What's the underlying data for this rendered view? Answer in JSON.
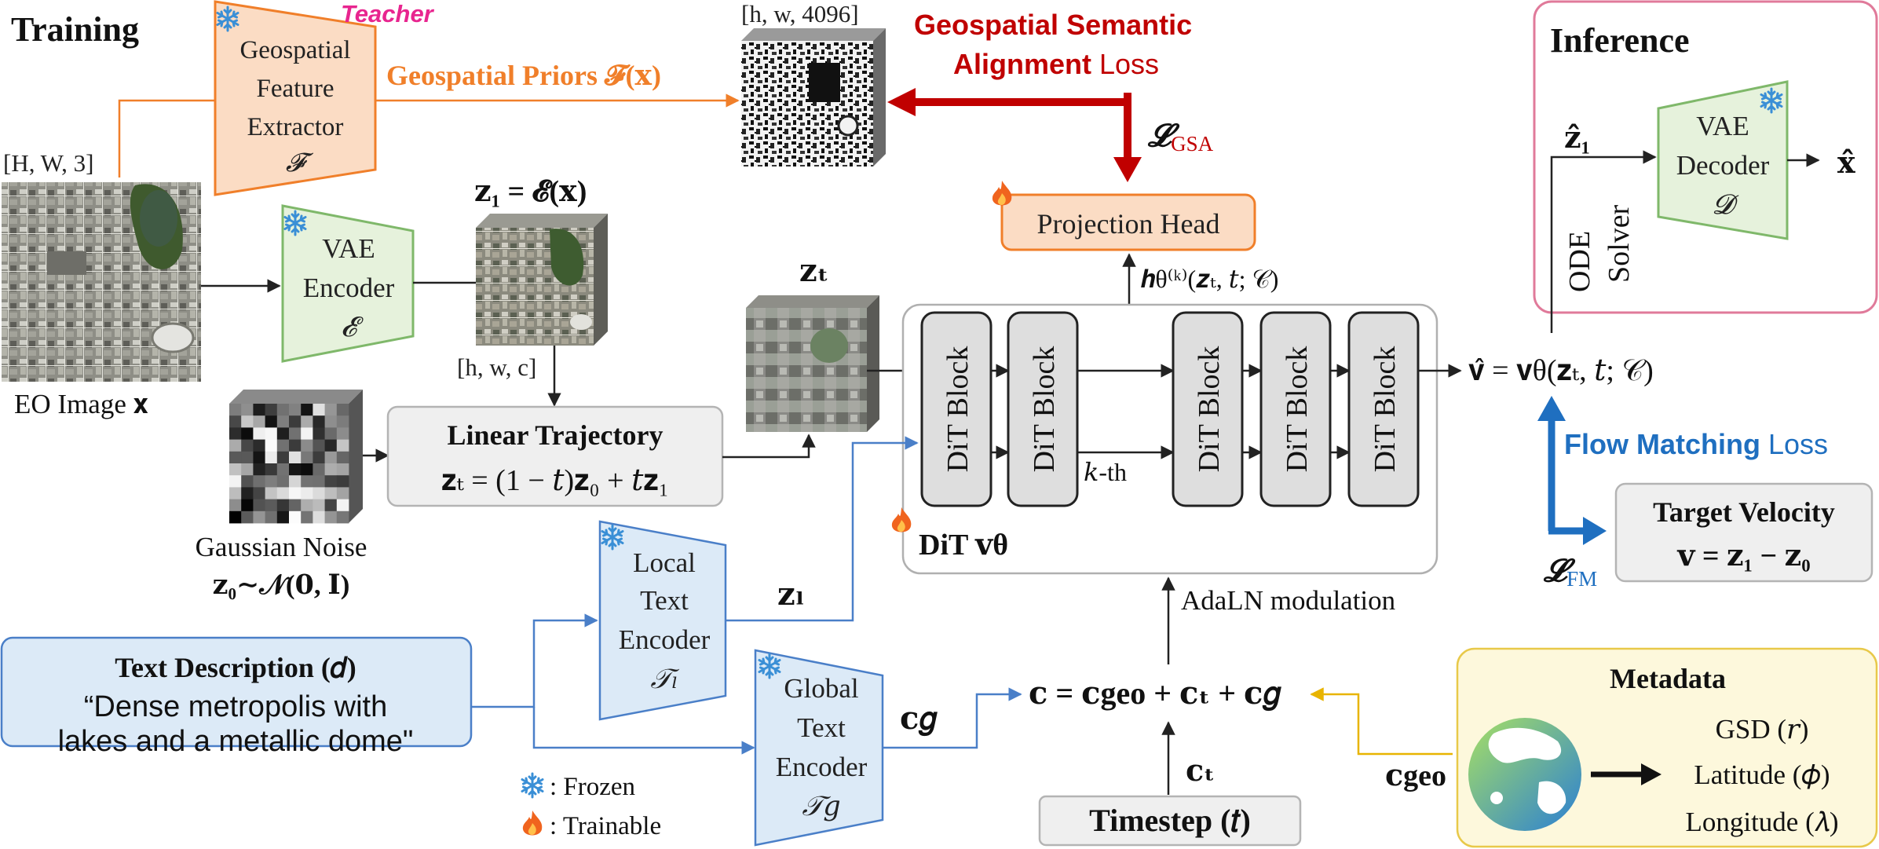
{
  "labels": {
    "training": "Training",
    "teacher": "Teacher",
    "eo_dims": "[H, W, 3]",
    "eo_image": "EO Image 𝐱",
    "gfe_l1": "Geospatial",
    "gfe_l2": "Feature",
    "gfe_l3": "Extractor",
    "gfe_sym": "𝓕",
    "geo_priors": "Geospatial Priors 𝓕(𝐱)",
    "feat_dims": "[h, w, 4096]",
    "gsa_l1": "Geospatial Semantic",
    "gsa_l2a": "Alignment",
    "gsa_l2b": " Loss",
    "l_gsa_main": "𝓛",
    "l_gsa_sub": "GSA",
    "vae_enc_l1": "VAE",
    "vae_enc_l2": "Encoder",
    "vae_enc_sym": "𝓔",
    "z1_eq": "𝐳₁ = 𝓔(𝐱)",
    "latent_dims": "[h, w, c]",
    "noise_l1": "Gaussian Noise",
    "noise_l2": "𝐳₀∼𝒩(𝟎, 𝐈)",
    "lin_title": "Linear Trajectory",
    "lin_eq": "𝐳ₜ = (1 − 𝑡)𝐳₀ + 𝑡𝐳₁",
    "zt": "𝐳ₜ",
    "proj_head": "Projection Head",
    "hidden": "𝒉θ⁽ᵏ⁾(𝒛ₜ, 𝑡; 𝒞)",
    "dit_block": "DiT Block",
    "kth": "𝑘-th",
    "dit_name": "DiT 𝐯θ",
    "v_hat": "𝐯̂ = 𝐯θ(𝐳ₜ, 𝑡; 𝒞)",
    "fm_a": "Flow Matching",
    "fm_b": " Loss",
    "l_fm_main": "𝓛",
    "l_fm_sub": "FM",
    "tv_title": "Target Velocity",
    "tv_eq": "𝐯 = 𝐳₁ − 𝐳₀",
    "inference": "Inference",
    "z1_hat": "𝐳̂₁",
    "ode_l1": "ODE",
    "ode_l2": "Solver",
    "vae_dec_l1": "VAE",
    "vae_dec_l2": "Decoder",
    "vae_dec_sym": "𝓓",
    "x_hat": "𝐱̂",
    "text_title": "Text Description (𝑑)",
    "text_q1": "“Dense metropolis with",
    "text_q2": "lakes and a metallic dome\"",
    "lte_l1": "Local",
    "lte_l2": "Text",
    "lte_l3": "Encoder",
    "lte_sym": "𝒯ₗ",
    "zl": "𝐳ₗ",
    "gte_l1": "Global",
    "gte_l2": "Text",
    "gte_l3": "Encoder",
    "gte_sym": "𝒯𝑔",
    "cg": "𝐜𝑔",
    "frozen": ": Frozen",
    "trainable": ": Trainable",
    "adaln": "AdaLN modulation",
    "c_eq": "𝐜 = 𝐜geo + 𝐜ₜ + 𝐜𝑔",
    "ct": "𝐜ₜ",
    "timestep": "Timestep (𝑡)",
    "cgeo": "𝐜geo",
    "meta_title": "Metadata",
    "gsd": "GSD (𝑟)",
    "lat": "Latitude (𝜙)",
    "lon": "Longitude (𝜆)"
  },
  "colors": {
    "orange": "#f07f2a",
    "dark_red": "#c00000",
    "magenta": "#e8258f",
    "blue": "#1f6fc0",
    "arrow_blue": "#4a7fc8",
    "green_fill": "#e6f2dc",
    "green_stroke": "#7fb86a",
    "orange_fill": "#fbdcc4",
    "blue_fill": "#dceaf7",
    "yellow_fill": "#fdf8dc",
    "pink_stroke": "#e07a9a"
  },
  "icons": [
    "snowflake-icon",
    "flame-icon",
    "globe-icon"
  ]
}
